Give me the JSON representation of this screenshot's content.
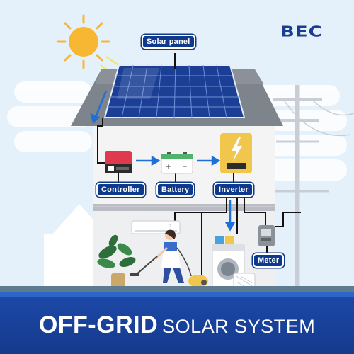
{
  "logo": "BEC",
  "labels": {
    "solar_panel": "Solar panel",
    "controller": "Controller",
    "battery": "Battery",
    "inverter": "Inverter",
    "meter": "Meter"
  },
  "title": {
    "main": "OFF-GRID",
    "sub": "SOLAR SYSTEM"
  },
  "colors": {
    "accent_blue": "#0f3a8c",
    "flow_arrow": "#1e6fd9",
    "banner": "#1c48a6",
    "sun": "#f7b733",
    "sun_rays": "#f5e663"
  },
  "icons": [
    "sun-icon",
    "lightning-icon",
    "bolt-icon"
  ]
}
